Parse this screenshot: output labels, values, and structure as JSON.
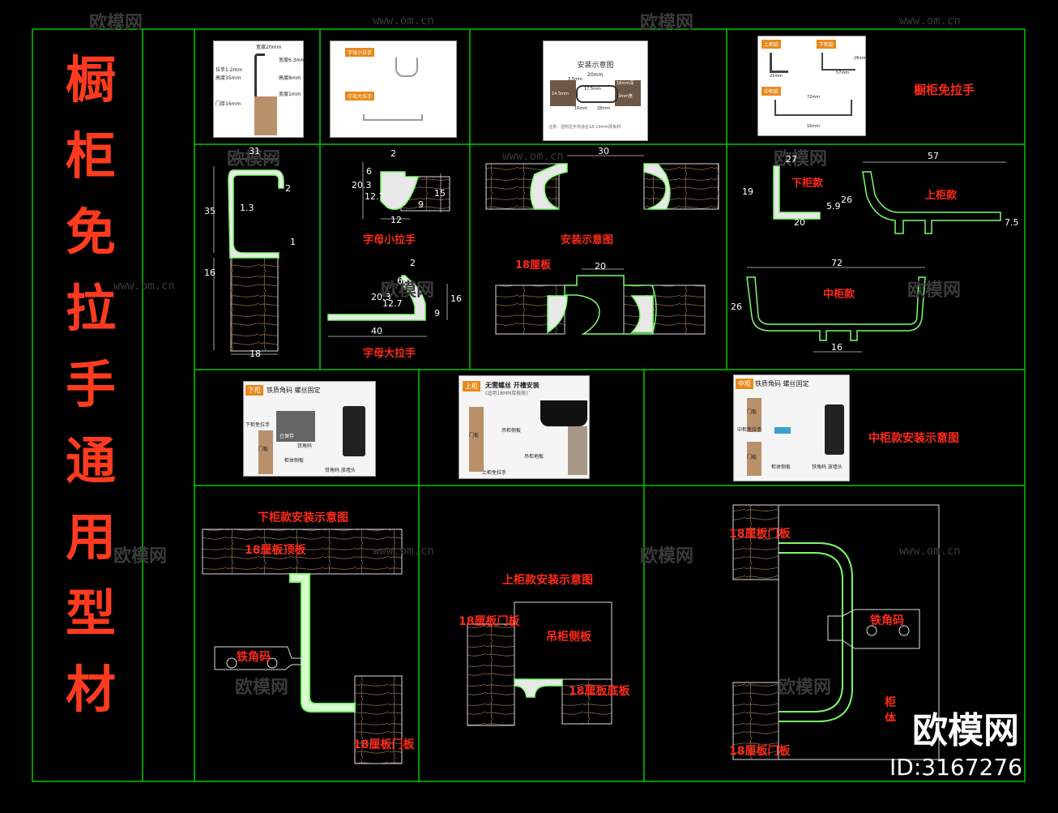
{
  "title_chars": [
    "橱",
    "柜",
    "免",
    "拉",
    "手",
    "通",
    "用",
    "型",
    "材"
  ],
  "labels": {
    "cabinet_handle": "橱柜免拉手",
    "small_handle": "字母小拉手",
    "big_handle": "字母大拉手",
    "install_diagram": "安装示意图",
    "board_18": "18厘板",
    "lower_type": "下柜款",
    "upper_type": "上柜款",
    "middle_type": "中柜款",
    "middle_install": "中柜款安装示意图",
    "lower_install": "下柜款安装示意图",
    "upper_install": "上柜款安装示意图",
    "top_board": "18厘板顶板",
    "iron_corner": "铁角码",
    "door_board": "18厘板门板",
    "hanging_side": "吊柜侧板",
    "bottom_board": "18厘板底板",
    "cabinet_side": "柜体侧板"
  },
  "dims": {
    "p1": [
      "31",
      "2",
      "35",
      "1.3",
      "16",
      "1",
      "18"
    ],
    "p2": [
      "2",
      "6",
      "20.3",
      "12.7",
      "15",
      "12",
      "9"
    ],
    "p3": [
      "2",
      "20.3",
      "12.7",
      "6",
      "16",
      "9",
      "40"
    ],
    "p4": [
      "30",
      "20"
    ],
    "p5": [
      "27",
      "19",
      "5.9",
      "20",
      "57",
      "26",
      "7.5",
      "72",
      "26",
      "16"
    ]
  },
  "photos": {
    "install_title": "安装示意图",
    "install_dims": [
      "20mm",
      "3.5mm",
      "18mm深",
      "14.5mm",
      "17.5mm",
      "10mm",
      "28mm",
      "3mm宽"
    ],
    "install_note": "注意：选购拉手仅适合18-19mm厚板材",
    "lower_tag": "下柜",
    "lower_title": "铁质角码 螺丝固定",
    "lower_caps": [
      "下柜免拉手",
      "已保存",
      "铁角码",
      "门板",
      "柜体侧板",
      "铁角码 放墙头"
    ],
    "upper_tag": "上柜",
    "upper_title": "无需螺丝 开槽安装",
    "upper_sub": "(适用18MM厚板板)",
    "upper_caps": [
      "吊柜侧板",
      "门板",
      "吊柜地板",
      "上柜免拉手"
    ],
    "middle_tag": "中柜",
    "middle_title": "铁质角码 螺丝固定",
    "middle_caps": [
      "中柜免拉手",
      "门板",
      "门板",
      "柜体侧板",
      "铁角码 放墙头"
    ],
    "thumb1_caps": [
      "宽度20mm",
      "拉手1.2mm",
      "高度35mm",
      "门厚16mm",
      "宽度6.3mm",
      "高度8mm",
      "宽度1mm"
    ],
    "thumb2_tags": [
      "字母小拉手",
      "字母大拉手"
    ],
    "thumb4_tags": [
      "上柜款",
      "下柜款",
      "中柜款"
    ],
    "thumb4_dims": [
      "57mm",
      "21mm",
      "26mm",
      "72mm",
      "16mm"
    ]
  },
  "watermarks": {
    "brand": "欧模网",
    "url": "www.om.cn"
  },
  "brand": {
    "name": "欧模网",
    "id": "ID:3167276"
  },
  "colors": {
    "background": "#000000",
    "frame": "#00c800",
    "profile": "#7CFC6A",
    "label": "#ff2a1a",
    "title": "#ff3b1f",
    "dimension": "#ffffff",
    "wood_hatch": "#8a6a4a"
  }
}
